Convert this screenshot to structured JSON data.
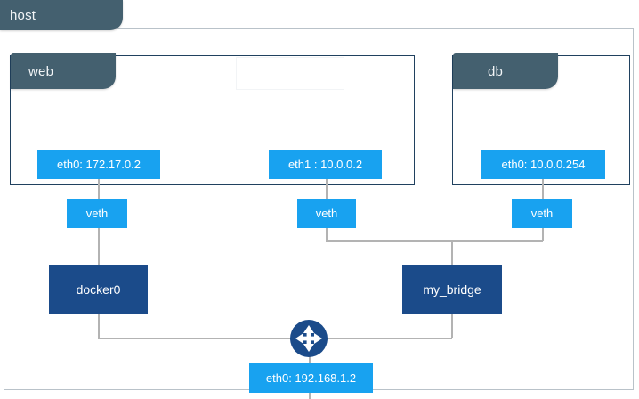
{
  "diagram": {
    "title": "host",
    "type": "docker-network-topology",
    "colors": {
      "tab": "#44606f",
      "container_border": "#20415f",
      "interface": "#18a2f0",
      "bridge": "#1b4b8a",
      "line": "#b3b3b3",
      "frame": "#b9c2c9",
      "router": "#1b4b8a"
    }
  },
  "host": {
    "label": "host"
  },
  "containers": [
    {
      "name": "web",
      "label": "web",
      "interfaces": [
        {
          "id": "web-eth0",
          "label": "eth0: 172.17.0.2"
        },
        {
          "id": "web-eth1",
          "label": "eth1 : 10.0.0.2"
        }
      ]
    },
    {
      "name": "db",
      "label": "db",
      "interfaces": [
        {
          "id": "db-eth0",
          "label": "eth0: 10.0.0.254"
        }
      ]
    }
  ],
  "veths": [
    {
      "id": "veth-web-eth0",
      "label": "veth"
    },
    {
      "id": "veth-web-eth1",
      "label": "veth"
    },
    {
      "id": "veth-db-eth0",
      "label": "veth"
    }
  ],
  "bridges": [
    {
      "id": "docker0",
      "label": "docker0"
    },
    {
      "id": "my_bridge",
      "label": "my_bridge"
    }
  ],
  "host_interface": {
    "id": "host-eth0",
    "label": "eth0: 192.168.1.2"
  },
  "router": {
    "name": "router-icon",
    "label": ""
  }
}
